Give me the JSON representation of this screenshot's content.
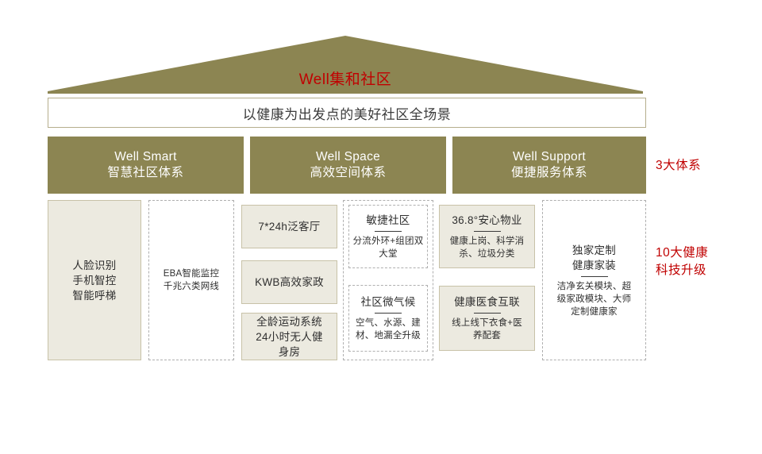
{
  "roof": {
    "label": "Well集和社区",
    "color": "#8C8552",
    "text_color": "#C00000"
  },
  "title_bar": {
    "text": "以健康为出发点的美好社区全场景"
  },
  "pillars": [
    {
      "en": "Well Smart",
      "cn": "智慧社区体系"
    },
    {
      "en": "Well Space",
      "cn": "高效空间体系"
    },
    {
      "en": "Well Support",
      "cn": "便捷服务体系"
    }
  ],
  "content": {
    "col1": {
      "lines": [
        "人脸识别",
        "手机智控",
        "智能呼梯"
      ]
    },
    "col2": {
      "lines": [
        "EBA智能监控",
        "千兆六类网线"
      ]
    },
    "col3": {
      "boxes": [
        {
          "title": "7*24h泛客厅"
        },
        {
          "title": "KWB高效家政"
        },
        {
          "title": "全龄运动系统\n24小时无人健\n身房"
        }
      ]
    },
    "col4": {
      "boxes": [
        {
          "title": "敏捷社区",
          "desc": "分流外环+组团双\n大堂"
        },
        {
          "title": "社区微气候",
          "desc": "空气、水源、建\n材、地漏全升级"
        }
      ]
    },
    "col5": {
      "boxes": [
        {
          "title": "36.8°安心物业",
          "desc": "健康上岗、科学消\n杀、垃圾分类"
        },
        {
          "title": "健康医食互联",
          "desc": "线上线下衣食+医\n养配套"
        }
      ]
    },
    "col6": {
      "title": "独家定制\n健康家装",
      "desc": "洁净玄关模块、超\n级家政模块、大师\n定制健康家"
    }
  },
  "annotations": {
    "systems": "3大体系",
    "upgrades": "10大健康\n科技升级"
  },
  "colors": {
    "olive": "#8C8552",
    "box_fill": "#ECEAE0",
    "box_border": "#C8C2A8",
    "dash_border": "#AFAFAF",
    "accent_red": "#C00000"
  }
}
